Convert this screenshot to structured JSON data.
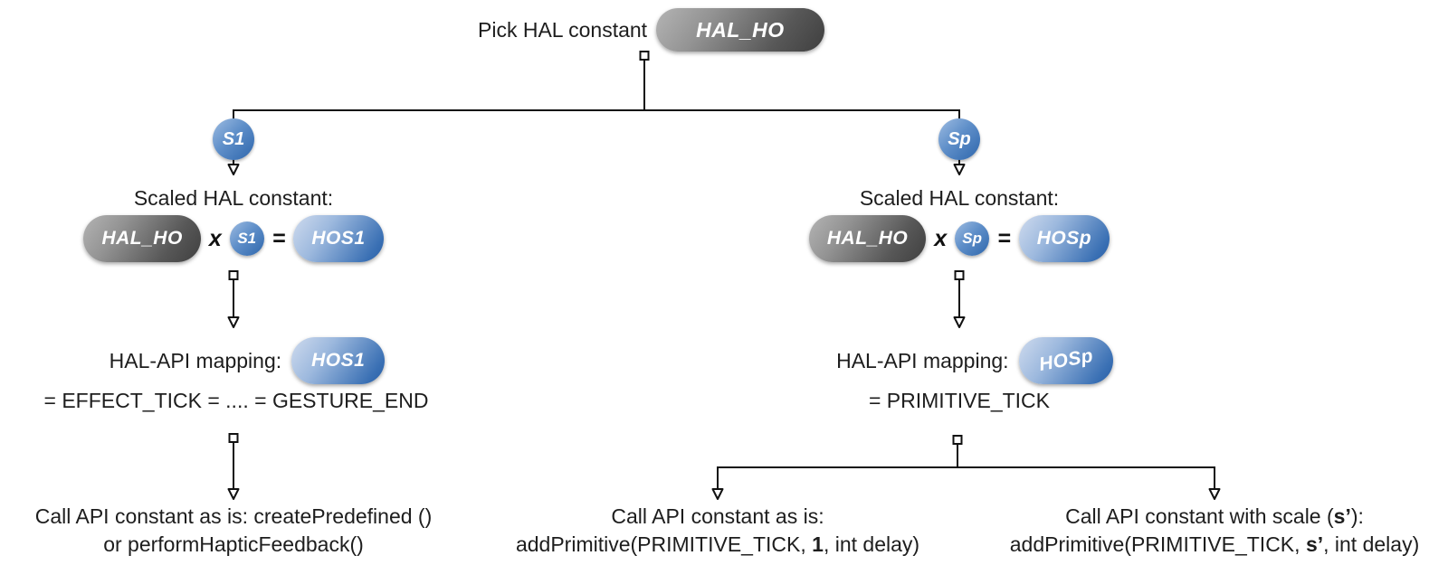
{
  "root": {
    "label": "Pick HAL constant",
    "constant": "HAL_HO"
  },
  "left": {
    "scale_badge": "S1",
    "heading": "Scaled HAL constant:",
    "eq": {
      "hal": "HAL_HO",
      "op_times": "x",
      "scale": "S1",
      "op_equals": "=",
      "result": "HOS1"
    },
    "mapping_label": "HAL-API mapping:",
    "mapping_constant": "HOS1",
    "mapping_eq": "= EFFECT_TICK = .... = GESTURE_END",
    "action": {
      "line1": "Call API constant as is: createPredefined ()",
      "line2": "or performHapticFeedback()"
    }
  },
  "right": {
    "scale_badge": "Sp",
    "heading": "Scaled HAL constant:",
    "eq": {
      "hal": "HAL_HO",
      "op_times": "x",
      "scale": "Sp",
      "op_equals": "=",
      "result": "HOSp"
    },
    "mapping_label": "HAL-API mapping:",
    "mapping_constant": "HOSp",
    "mapping_eq": "= PRIMITIVE_TICK",
    "action_as_is": {
      "line1": "Call API constant as is:",
      "line2_pre": "addPrimitive(PRIMITIVE_TICK, ",
      "line2_bold": "1",
      "line2_post": ", int delay)"
    },
    "action_scaled": {
      "line1_pre": "Call API constant with scale (",
      "line1_bold": "s’",
      "line1_post": "):",
      "line2_pre": "addPrimitive(PRIMITIVE_TICK, ",
      "line2_bold": "s’",
      "line2_post": ", int delay)"
    }
  },
  "colors": {
    "line": "#111111",
    "text": "#1d1d1d",
    "gray_pill_start": "#b4b4b4",
    "gray_pill_end": "#3f3f3f",
    "blue_pill_start": "#cfdbee",
    "blue_pill_end": "#295fa6",
    "blue_badge_start": "#93b4dd",
    "blue_badge_end": "#2e66ac"
  }
}
